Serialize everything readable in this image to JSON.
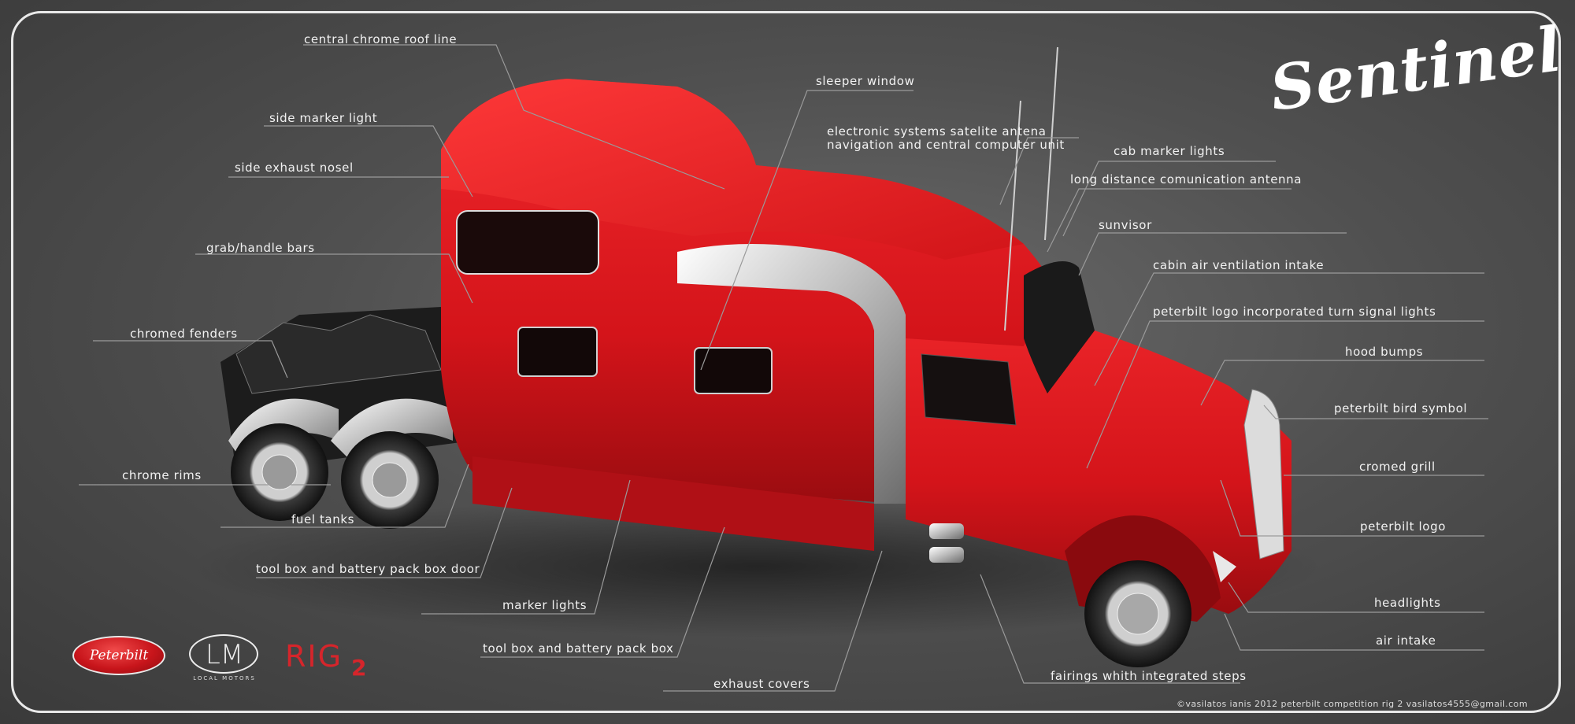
{
  "brand": {
    "title": "Sentinel"
  },
  "labels": {
    "roof_line": "central chrome roof line",
    "side_marker": "side marker light",
    "exhaust_nosel": "side exhaust nosel",
    "grab_bars": "grab/handle bars",
    "fenders": "chromed fenders",
    "rims": "chrome rims",
    "fuel_tanks": "fuel tanks",
    "toolbox_door": "tool box and battery  pack box door",
    "marker_lights": "marker lights",
    "toolbox": "tool box and battery  pack box",
    "exhaust_covers": "exhaust covers",
    "sleeper_window": "sleeper window",
    "satelite_1": "electronic systems satelite antena",
    "satelite_2": "navigation and central computer unit",
    "cab_marker": "cab marker lights",
    "long_antenna": "long distance comunication antenna",
    "sunvisor": "sunvisor",
    "air_vent": "cabin air ventilation intake",
    "turn_signal": "peterbilt logo incorporated turn signal lights",
    "hood_bumps": "hood bumps",
    "bird_symbol": "peterbilt bird symbol",
    "grill": "cromed grill",
    "pb_logo": "peterbilt logo",
    "headlights": "headlights",
    "air_intake": "air intake",
    "fairings": "fairings whith integrated steps"
  },
  "logos": {
    "peterbilt": "Peterbilt",
    "local_motors_mono": "LM",
    "local_motors_sub": "LOCAL MOTORS",
    "rig_text": "RIG",
    "rig_num": "2"
  },
  "credit": "©vasilatos ianis 2012 peterbilt competition rig 2 vasilatos4555@gmail.com",
  "colors": {
    "truck_red": "#e01218",
    "chrome": "#d8d8d8",
    "background": "#4e4e4e",
    "frame": "#e9e9e9"
  }
}
